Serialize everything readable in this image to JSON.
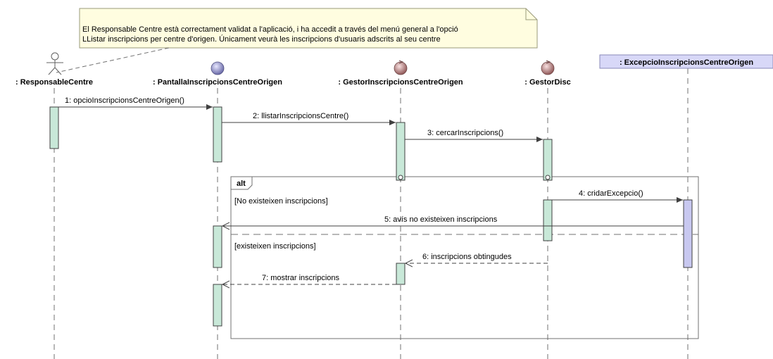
{
  "note": {
    "lines": [
      "El Responsable Centre està correctament validat a l'aplicació, i ha accedit a través del menú general a l'opció",
      "LListar inscripcions per centre d'origen. Únicament veurà les inscripcions d'usuaris adscrits al seu centre"
    ]
  },
  "lifelines": [
    {
      "name": ": ResponsableCentre",
      "kind": "actor"
    },
    {
      "name": ": PantallaInscripcionsCentreOrigen",
      "kind": "boundary"
    },
    {
      "name": ": GestorInscripcionsCentreOrigen",
      "kind": "control"
    },
    {
      "name": ": GestorDisc",
      "kind": "control"
    },
    {
      "name": ": ExcepcioInscripcionsCentreOrigen",
      "kind": "object"
    }
  ],
  "messages": [
    {
      "label": "1:  opcioInscripcionsCentreOrigen()"
    },
    {
      "label": "2:  llistarInscripcionsCentre()"
    },
    {
      "label": "3:  cercarInscripcions()"
    },
    {
      "label": "4:  cridarExcepcio()"
    },
    {
      "label": "5:  avís no existeixen inscripcions"
    },
    {
      "label": "6:  inscripcions obtingudes"
    },
    {
      "label": "7:  mostrar inscripcions"
    }
  ],
  "fragment": {
    "operator": "alt",
    "guards": [
      "[No existeixen inscripcions]",
      "[existeixen inscripcions]"
    ]
  },
  "colors": {
    "activation_green": "#c8e8d8",
    "activation_purple": "#c8c8f0",
    "note_fill": "#fffde0",
    "object_header": "#d8d8f8",
    "boundary_fill": "#9090c8",
    "control_fill": "#b07878"
  }
}
